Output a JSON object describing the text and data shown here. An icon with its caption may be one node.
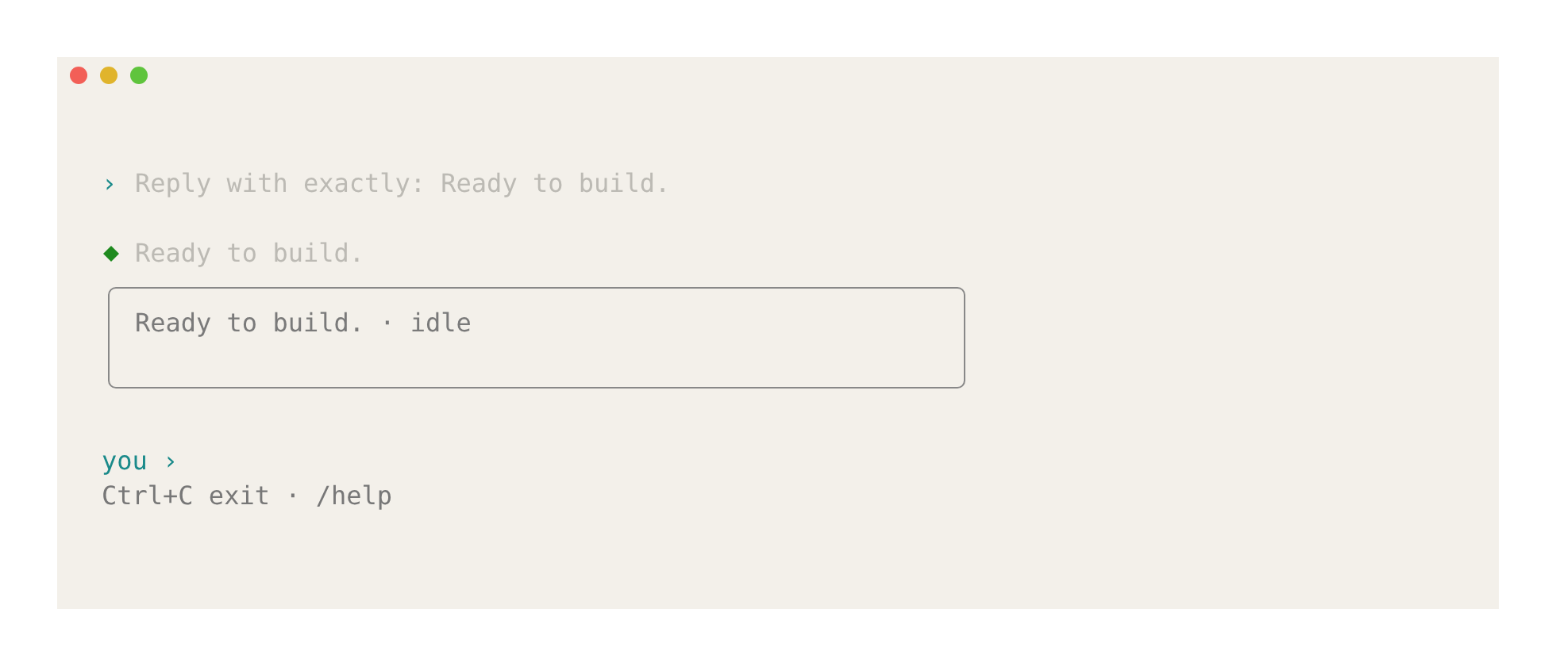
{
  "diagram": {
    "nodes": [
      {
        "text": [
          "Ready to build. · idle"
        ]
      }
    ],
    "labels": [
      "›",
      "Reply with exactly: Ready to build.",
      "Ready to build.",
      "you ›",
      "Ctrl+C exit · /help"
    ]
  }
}
